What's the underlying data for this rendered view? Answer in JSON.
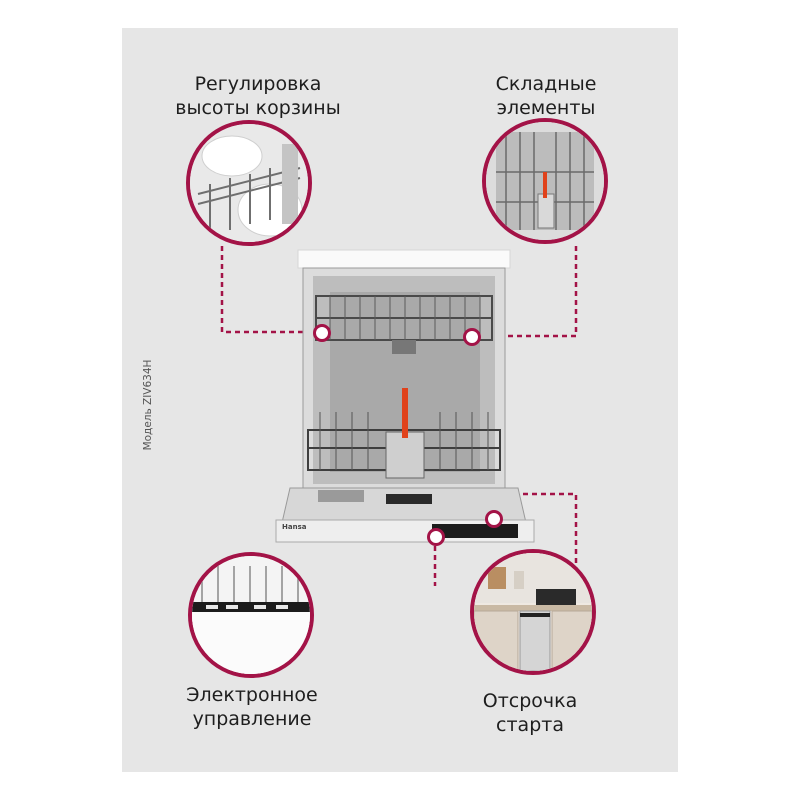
{
  "features": [
    {
      "id": "basket-height",
      "line1": "Регулировка",
      "line2": "высоты корзины"
    },
    {
      "id": "folding-elements",
      "line1": "Складные",
      "line2": "элементы"
    },
    {
      "id": "electronic-control",
      "line1": "Электронное",
      "line2": "управление"
    },
    {
      "id": "delayed-start",
      "line1": "Отсрочка",
      "line2": "старта"
    }
  ],
  "model_text": "Модель ZIV634H",
  "brand": "Hansa",
  "colors": {
    "accent": "#a31347",
    "background": "#e6e6e6",
    "text": "#1e1e1e",
    "steel": "#c8c8c8"
  }
}
